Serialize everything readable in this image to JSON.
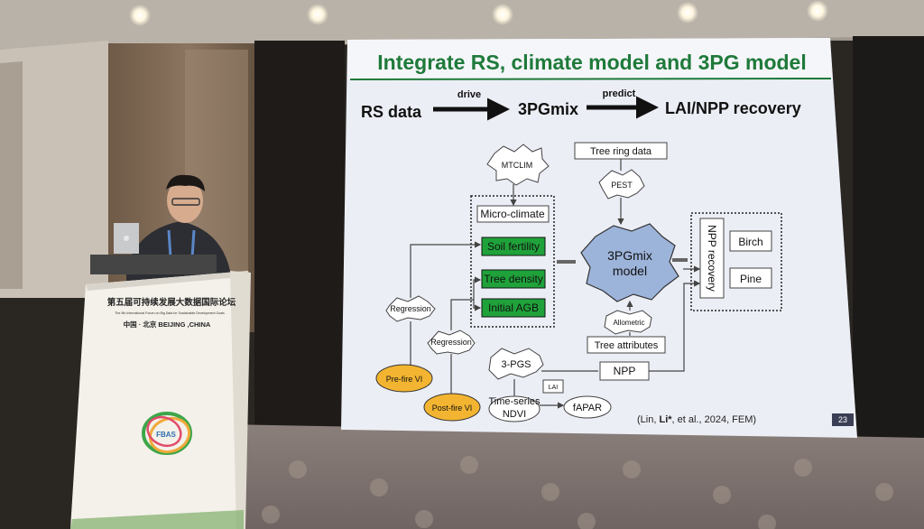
{
  "slide": {
    "title": "Integrate RS, climate model and 3PG model",
    "flow": {
      "source": "RS data",
      "drive_label": "drive",
      "model": "3PGmix",
      "predict_label": "predict",
      "target": "LAI/NPP recovery"
    },
    "diagram": {
      "mtclim": "MTCLIM",
      "tree_ring_data": "Tree ring data",
      "pest": "PEST",
      "micro_climate": "Micro-climate",
      "soil_fertility": "Soil fertility",
      "tree_density": "Tree density",
      "initial_agb": "Initial AGB",
      "model_line1": "3PGmix",
      "model_line2": "model",
      "allometric": "Allometric",
      "tree_attributes": "Tree attributes",
      "npp_recovery": "NPP recovery",
      "birch": "Birch",
      "pine": "Pine",
      "regression_1": "Regression",
      "regression_2": "Regression",
      "pre_fire_vi": "Pre-fire VI",
      "post_fire_vi": "Post-fire VI",
      "three_pgs": "3-PGS",
      "npp": "NPP",
      "lai": "LAI",
      "time_series_line1": "Time-series",
      "time_series_line2": "NDVI",
      "fapar": "fAPAR"
    },
    "citation_pre": "(Lin, ",
    "citation_bold": "Li*",
    "citation_post": ", et al., 2024, FEM)",
    "page_number": "23"
  },
  "podium": {
    "line1": "第五届可持续发展大数据国际论坛",
    "line2": "The 5th International Forum on Big Data for Sustainable Development Goals",
    "line3": "中国 · 北京 BEIJING ,CHINA",
    "logo_text": "FBAS"
  },
  "colors": {
    "title_green": "#1f7a3a",
    "green_box": "#1fa23a",
    "orange": "#f3b531",
    "slide_bg": "#eceef6"
  }
}
